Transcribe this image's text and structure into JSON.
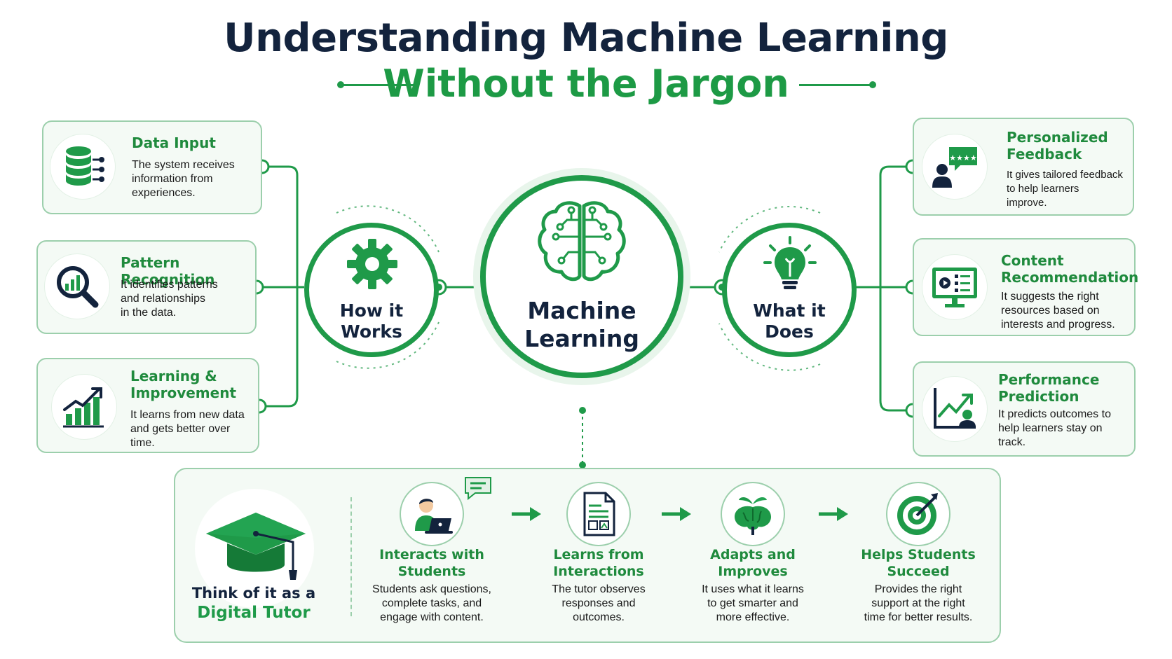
{
  "title": {
    "main": "Understanding Machine Learning",
    "sub": "Without the Jargon"
  },
  "colors": {
    "primary_green": "#1f9a49",
    "dark_navy": "#13233d",
    "card_border": "#9ccfac",
    "card_fill": "#f4faf5"
  },
  "center": {
    "label_line1": "Machine",
    "label_line2": "Learning",
    "icon": "brain-circuit-icon"
  },
  "hubs": {
    "left": {
      "line1": "How it",
      "line2": "Works",
      "icon": "gear-icon"
    },
    "right": {
      "line1": "What it",
      "line2": "Does",
      "icon": "lightbulb-icon"
    }
  },
  "left_cards": [
    {
      "title": "Data Input",
      "desc": [
        "The system receives",
        "information from",
        "experiences."
      ],
      "icon": "database-icon"
    },
    {
      "title": "Pattern Recognition",
      "desc": [
        "It identifies patterns",
        "and relationships",
        "in the data."
      ],
      "icon": "magnifier-chart-icon"
    },
    {
      "title_lines": [
        "Learning &",
        "Improvement"
      ],
      "desc": [
        "It learns from new data",
        "and gets better over",
        "time."
      ],
      "icon": "growth-chart-icon"
    }
  ],
  "right_cards": [
    {
      "title_lines": [
        "Personalized",
        "Feedback"
      ],
      "desc": [
        "It gives tailored feedback",
        "to help learners",
        "improve."
      ],
      "icon": "user-rating-icon",
      "rating": "★★★★"
    },
    {
      "title_lines": [
        "Content",
        "Recommendation"
      ],
      "desc": [
        "It suggests the right",
        "resources based on",
        "interests and progress."
      ],
      "icon": "monitor-content-icon"
    },
    {
      "title_lines": [
        "Performance",
        "Prediction"
      ],
      "desc": [
        "It predicts outcomes to",
        "help learners stay on",
        "track."
      ],
      "icon": "prediction-chart-icon"
    }
  ],
  "tutor": {
    "line1": "Think of it as a",
    "line2": "Digital Tutor",
    "icon": "graduation-cap-icon"
  },
  "steps": [
    {
      "title_lines": [
        "Interacts with",
        "Students"
      ],
      "desc": [
        "Students ask questions,",
        "complete tasks, and",
        "engage with content."
      ],
      "icon": "student-laptop-icon"
    },
    {
      "title_lines": [
        "Learns from",
        "Interactions"
      ],
      "desc": [
        "The tutor observes",
        "responses and",
        "outcomes."
      ],
      "icon": "document-icon"
    },
    {
      "title_lines": [
        "Adapts and",
        "Improves"
      ],
      "desc": [
        "It uses what it learns",
        "to get smarter and",
        "more effective."
      ],
      "icon": "brain-sprout-icon"
    },
    {
      "title_lines": [
        "Helps Students",
        "Succeed"
      ],
      "desc": [
        "Provides the right",
        "support at the right",
        "time for better results."
      ],
      "icon": "target-icon"
    }
  ]
}
